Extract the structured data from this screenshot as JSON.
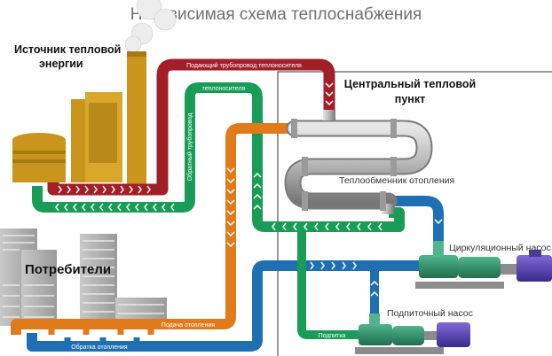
{
  "title": "Независимая схема теплоснабжения",
  "labels": {
    "source_line1": "Источник тепловой",
    "source_line2": "энергии",
    "ctp_line1": "Центральный тепловой",
    "ctp_line2": "пункт",
    "consumers": "Потребители",
    "heat_exchanger": "Теплообменник отопления",
    "circ_pump": "Циркуляционный насос",
    "makeup_pump": "Подпиточный насос"
  },
  "pipes": {
    "supply": "Подающий трубопровод теплоносителя",
    "return_top": "теплоносителя",
    "return_vertical": "Обратный трубопровод",
    "heating_supply": "Подача отопления",
    "heating_return": "Обратка отопления",
    "makeup": "Подпитка"
  },
  "colors": {
    "red": "#a01f28",
    "green": "#199c56",
    "orange": "#e07a1a",
    "blue": "#1f6fb3",
    "gray": "#8c8c8c",
    "yellow": "#c9951c"
  }
}
